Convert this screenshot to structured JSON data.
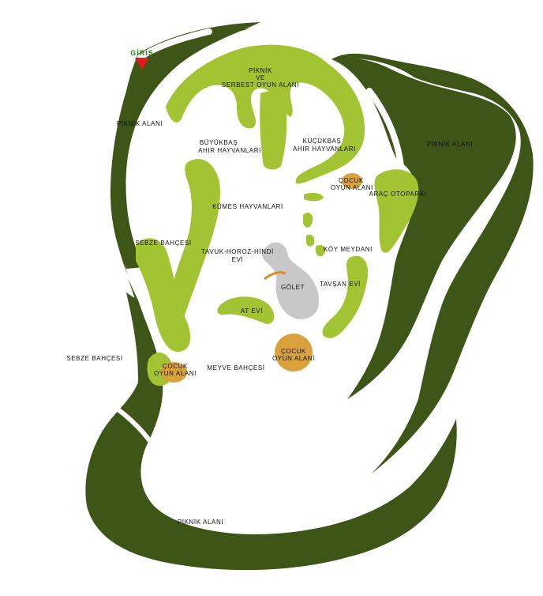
{
  "colors": {
    "dark_green": "#3d5516",
    "light_green": "#a3c432",
    "playground": "#d9a23c",
    "pond": "#c8c8c8",
    "pond_edge": "#e08a20",
    "entry_marker": "#e61a1a",
    "entry_text": "#2a7a1a",
    "background": "#ffffff"
  },
  "entry": {
    "label": "GİRİŞ",
    "icon": "triangle-marker"
  },
  "labels": {
    "piknik_serbest": [
      "PİKNİK",
      "VE",
      "SERBEST OYUN ALANI"
    ],
    "piknik_left_top": "PİKNİK ALANI",
    "piknik_right": "PİKNİK ALANI",
    "piknik_bottom": "PİKNİK ALANI",
    "buyukbas": [
      "BÜYÜKBAŞ",
      "AHIR HAYVANLARI"
    ],
    "kucukbas": [
      "KÜÇÜKBAŞ",
      "AHIR HAYVANLARI"
    ],
    "cocuk_top": [
      "ÇOCUK",
      "OYUN ALANI"
    ],
    "arac_otoparki": "ARAÇ OTOPARKI",
    "kumes": "KÜMES HAYVANLARI",
    "sebze_inner": "SEBZE BAHÇESİ",
    "sebze_outer": "SEBZE BAHÇESİ",
    "tavuk": [
      "TAVUK-HOROZ-HİNDİ",
      "EVİ"
    ],
    "koy_meydani": "KÖY MEYDANI",
    "golet": "GÖLET",
    "tavsan": "TAVŞAN EVİ",
    "at_evi": "AT EVİ",
    "cocuk_center": [
      "ÇOCUK",
      "OYUN ALANI"
    ],
    "cocuk_left": [
      "ÇOCUK",
      "OYUN ALANI"
    ],
    "meyve": "MEYVE BAHÇESİ"
  }
}
